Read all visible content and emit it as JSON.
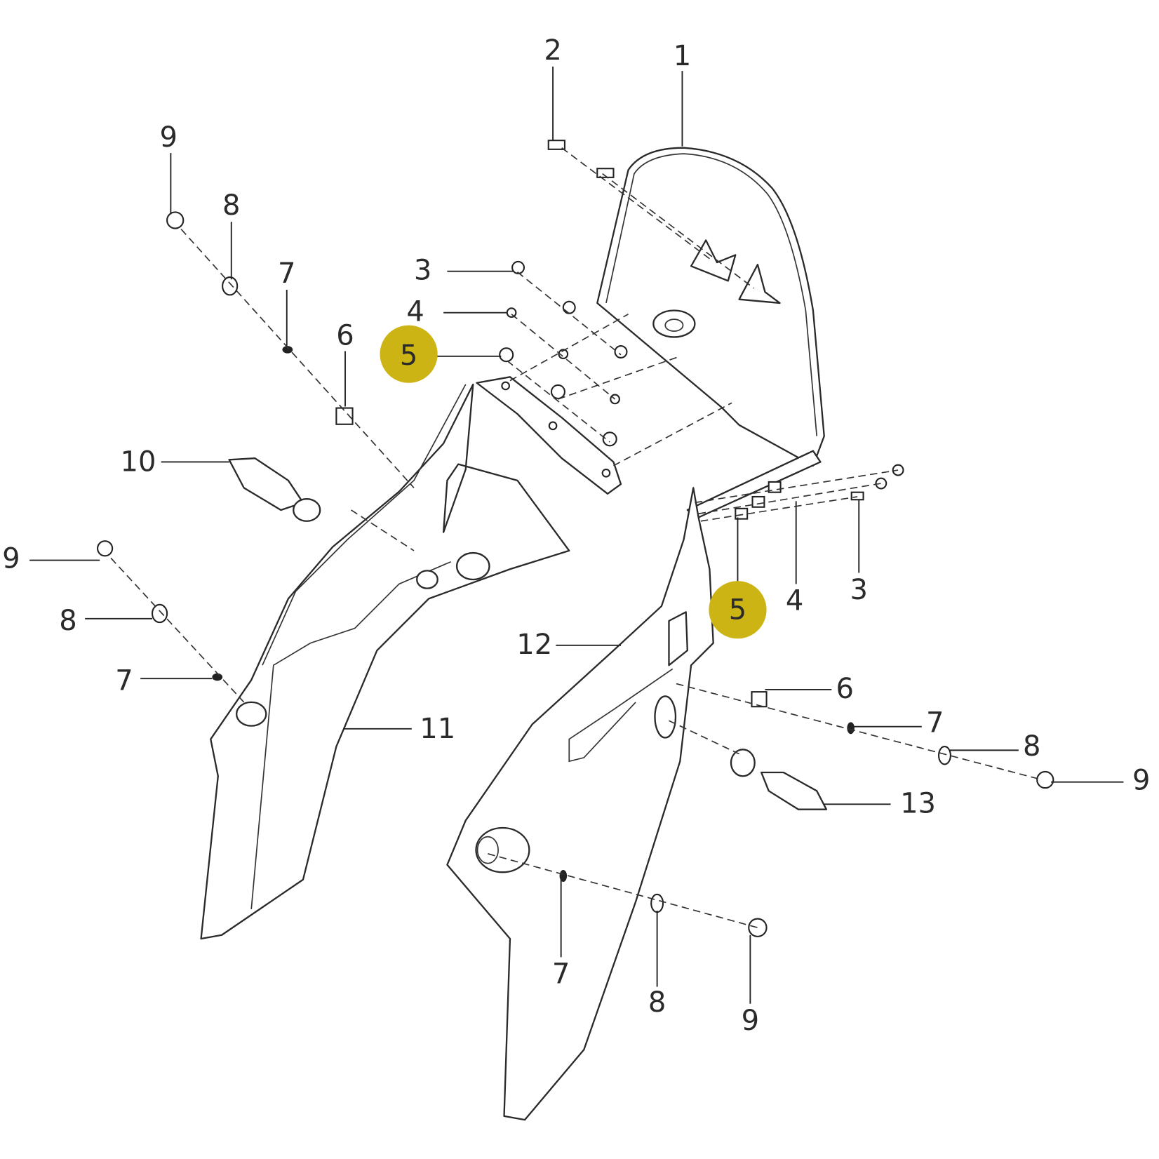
{
  "diagram": {
    "highlight_color": "#cdb415",
    "callouts": {
      "c1": "1",
      "c2": "2",
      "c3a": "3",
      "c4a": "4",
      "c5a": "5",
      "c6a": "6",
      "c7a": "7",
      "c8a": "8",
      "c9a": "9",
      "c10": "10",
      "c9b": "9",
      "c8b": "8",
      "c7b": "7",
      "c11": "11",
      "c12": "12",
      "c5b": "5",
      "c4b": "4",
      "c3b": "3",
      "c6b": "6",
      "c7c": "7",
      "c8c": "8",
      "c9c": "9",
      "c13": "13",
      "c7d": "7",
      "c8d": "8",
      "c9d": "9"
    }
  }
}
